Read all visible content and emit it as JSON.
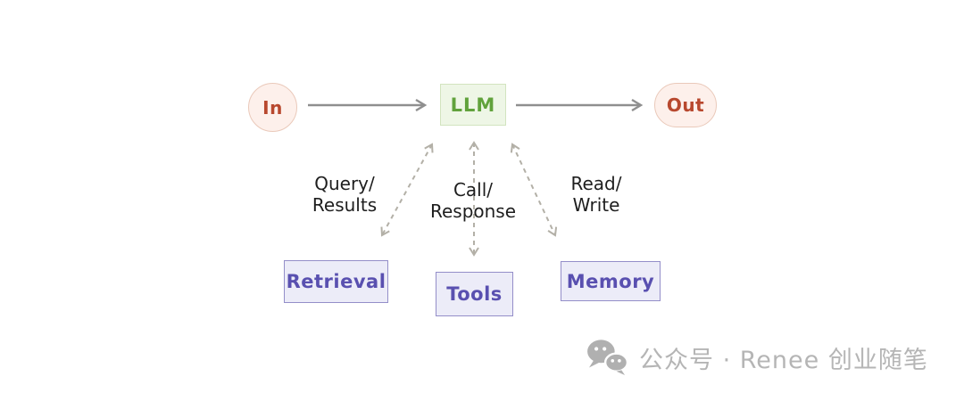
{
  "diagram": {
    "nodes": {
      "in": {
        "label": "In"
      },
      "llm": {
        "label": "LLM"
      },
      "out": {
        "label": "Out"
      },
      "retrieval": {
        "label": "Retrieval"
      },
      "tools": {
        "label": "Tools"
      },
      "memory": {
        "label": "Memory"
      }
    },
    "edge_labels": {
      "retrieval": "Query/\nResults",
      "tools": "Call/\nResponse",
      "memory": "Read/\nWrite"
    },
    "edges": [
      {
        "from": "In",
        "to": "LLM",
        "style": "solid"
      },
      {
        "from": "LLM",
        "to": "Out",
        "style": "solid"
      },
      {
        "from": "LLM",
        "to": "Retrieval",
        "style": "dashed-bidirectional",
        "label": "Query/Results"
      },
      {
        "from": "LLM",
        "to": "Tools",
        "style": "dashed-bidirectional",
        "label": "Call/Response"
      },
      {
        "from": "LLM",
        "to": "Memory",
        "style": "dashed-bidirectional",
        "label": "Read/Write"
      }
    ],
    "colors": {
      "pink_bg": "#fdf0eb",
      "pink_border": "#eac9ba",
      "pink_text": "#b8482e",
      "green_bg": "#eef6e6",
      "green_border": "#d2e4bf",
      "green_text": "#61a23c",
      "purple_bg": "#ececf8",
      "purple_border": "#948ec9",
      "purple_text": "#5950b0",
      "solid_arrow": "#8f8f8f",
      "dashed_arrow": "#b3b0a7",
      "label_text": "#1e1e1e"
    }
  },
  "watermark": {
    "icon": "wechat-icon",
    "text": "公众号 · Renee 创业随笔",
    "color": "#b5b5b5"
  }
}
